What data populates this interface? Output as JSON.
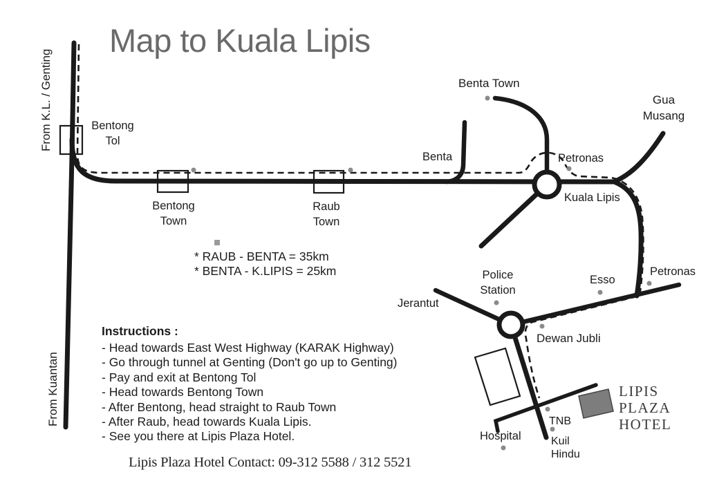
{
  "title": "Map to Kuala Lipis",
  "colors": {
    "road": "#1a1a1a",
    "title_text": "#6a6a6a",
    "marker_dot": "#8a8a8a",
    "hotel_fill": "#7d7d7d"
  },
  "labels": {
    "from_kl_genting": "From K.L. / Genting",
    "from_kuantan": "From Kuantan",
    "bentong_tol": "Bentong Tol",
    "bentong_town": "Bentong Town",
    "raub_town": "Raub Town",
    "benta": "Benta",
    "benta_town": "Benta Town",
    "gua_musang": "Gua Musang",
    "petronas_north": "Petronas",
    "kuala_lipis": "Kuala Lipis",
    "petronas_east": "Petronas",
    "esso": "Esso",
    "police_station": "Police Station",
    "jerantut": "Jerantut",
    "dewan_jubli": "Dewan Jubli",
    "hospital": "Hospital",
    "tnb": "TNB",
    "kuil_hindu": "Kuil Hindu",
    "hotel_sign": "LIPIS PLAZA HOTEL"
  },
  "distances": [
    "* RAUB - BENTA = 35km",
    "* BENTA - K.LIPIS = 25km"
  ],
  "instructions": {
    "heading": "Instructions :",
    "items": [
      "- Head towards East West Highway (KARAK Highway)",
      "- Go through tunnel at Genting (Don't go up to Genting)",
      "- Pay and exit at Bentong Tol",
      "- Head towards Bentong Town",
      "- After Bentong, head straight to Raub Town",
      "- After Raub, head towards Kuala Lipis.",
      "- See you there at Lipis Plaza Hotel."
    ]
  },
  "contact": "Lipis Plaza Hotel Contact: 09-312 5588 / 312 5521"
}
